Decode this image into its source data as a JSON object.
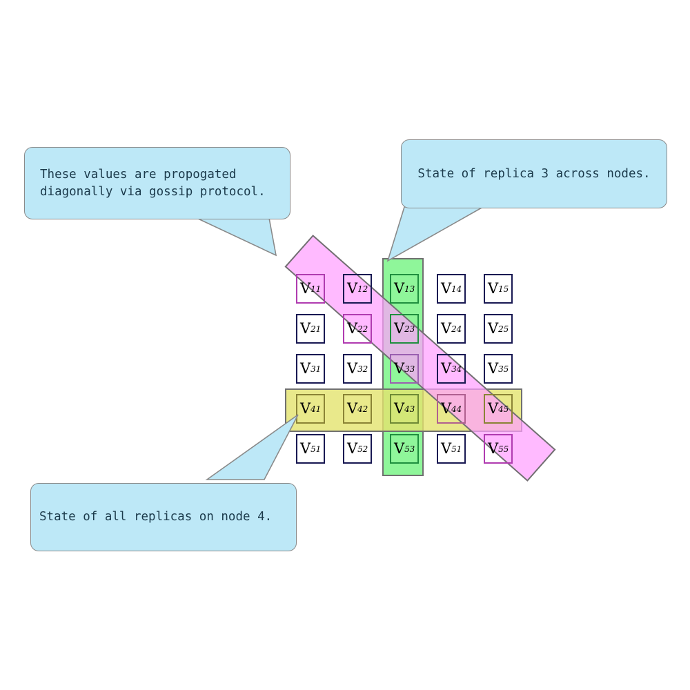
{
  "diagram": {
    "title": "Replica state grid with gossip propagation",
    "background": "#ffffff"
  },
  "colors": {
    "callout_fill": "#bde8f7",
    "callout_border": "#8a8a8a",
    "callout_text": "#1b3a4b",
    "column_band": "#80f58c",
    "row_band": "#e4e46e",
    "diagonal_band": "#ffa0ff",
    "cell_border": "#181852",
    "band_border": "#707070"
  },
  "callouts": [
    {
      "id": "gossip-note",
      "text": "These values are propogated\ndiagonally via gossip protocol.",
      "points_to": "diagonal-band"
    },
    {
      "id": "replica-note",
      "text": "State of replica 3 across nodes.",
      "points_to": "column-band"
    },
    {
      "id": "node-note",
      "text": "State of all replicas on node 4.",
      "points_to": "row-band"
    }
  ],
  "bands": [
    {
      "id": "column-band",
      "label": "replica-3-column",
      "color": "#80f58c"
    },
    {
      "id": "row-band",
      "label": "node-4-row",
      "color": "#e4e46e"
    },
    {
      "id": "diagonal-band",
      "label": "gossip-diagonal",
      "color": "#ffa0ff"
    }
  ],
  "grid": {
    "rows": 5,
    "cols": 5,
    "cells": [
      [
        {
          "base": "V",
          "sub": "11",
          "hl": "pink"
        },
        {
          "base": "V",
          "sub": "12",
          "hl": "none"
        },
        {
          "base": "V",
          "sub": "13",
          "hl": "green"
        },
        {
          "base": "V",
          "sub": "14",
          "hl": "none"
        },
        {
          "base": "V",
          "sub": "15",
          "hl": "none"
        }
      ],
      [
        {
          "base": "V",
          "sub": "21",
          "hl": "none"
        },
        {
          "base": "V",
          "sub": "22",
          "hl": "pink"
        },
        {
          "base": "V",
          "sub": "23",
          "hl": "green"
        },
        {
          "base": "V",
          "sub": "24",
          "hl": "none"
        },
        {
          "base": "V",
          "sub": "25",
          "hl": "none"
        }
      ],
      [
        {
          "base": "V",
          "sub": "31",
          "hl": "none"
        },
        {
          "base": "V",
          "sub": "32",
          "hl": "none"
        },
        {
          "base": "V",
          "sub": "33",
          "hl": "purple"
        },
        {
          "base": "V",
          "sub": "34",
          "hl": "none"
        },
        {
          "base": "V",
          "sub": "35",
          "hl": "none"
        }
      ],
      [
        {
          "base": "V",
          "sub": "41",
          "hl": "yellow"
        },
        {
          "base": "V",
          "sub": "42",
          "hl": "yellow"
        },
        {
          "base": "V",
          "sub": "43",
          "hl": "greenyellow"
        },
        {
          "base": "V",
          "sub": "44",
          "hl": "rose"
        },
        {
          "base": "V",
          "sub": "45",
          "hl": "yellow"
        }
      ],
      [
        {
          "base": "V",
          "sub": "51",
          "hl": "none"
        },
        {
          "base": "V",
          "sub": "52",
          "hl": "none"
        },
        {
          "base": "V",
          "sub": "53",
          "hl": "green"
        },
        {
          "base": "V",
          "sub": "51",
          "hl": "none"
        },
        {
          "base": "V",
          "sub": "55",
          "hl": "pink"
        }
      ]
    ]
  }
}
